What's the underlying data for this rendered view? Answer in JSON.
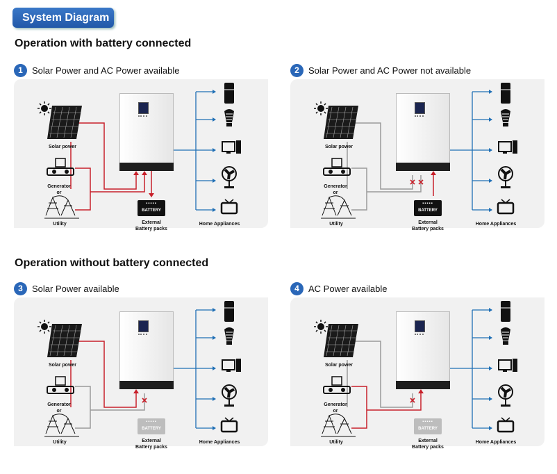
{
  "header": {
    "banner": "System Diagram",
    "section1": "Operation with battery connected",
    "section2": "Operation without battery connected"
  },
  "panels": [
    {
      "num": "1",
      "caption": "Solar Power and AC Power available",
      "solar": "Solar power",
      "generator": "Generator",
      "or": "or",
      "utility": "Utility",
      "battery_label": "BATTERY",
      "external": "External",
      "battery_packs": "Battery packs",
      "appliances": "Home Appliances",
      "battery_style": "dark"
    },
    {
      "num": "2",
      "caption": "Solar Power and AC Power not available",
      "solar": "Solar power",
      "generator": "Generator",
      "or": "or",
      "utility": "Utility",
      "battery_label": "BATTERY",
      "external": "External",
      "battery_packs": "Battery packs",
      "appliances": "Home Appliances",
      "battery_style": "dark"
    },
    {
      "num": "3",
      "caption": "Solar Power available",
      "solar": "Solar power",
      "generator": "Generator",
      "or": "or",
      "utility": "Utility",
      "battery_label": "BATTERY",
      "external": "External",
      "battery_packs": "Battery packs",
      "appliances": "Home Appliances",
      "battery_style": "grey"
    },
    {
      "num": "4",
      "caption": "AC Power available",
      "solar": "Solar power",
      "generator": "Generator",
      "or": "or",
      "utility": "Utility",
      "battery_label": "BATTERY",
      "external": "External",
      "battery_packs": "Battery packs",
      "appliances": "Home Appliances",
      "battery_style": "grey"
    }
  ],
  "colors": {
    "active_wire": "#c8202a",
    "inactive_wire": "#9a9a9a",
    "output_wire": "#1f6fb5",
    "marker": "#2a67b8",
    "banner": "#2a67b8"
  }
}
